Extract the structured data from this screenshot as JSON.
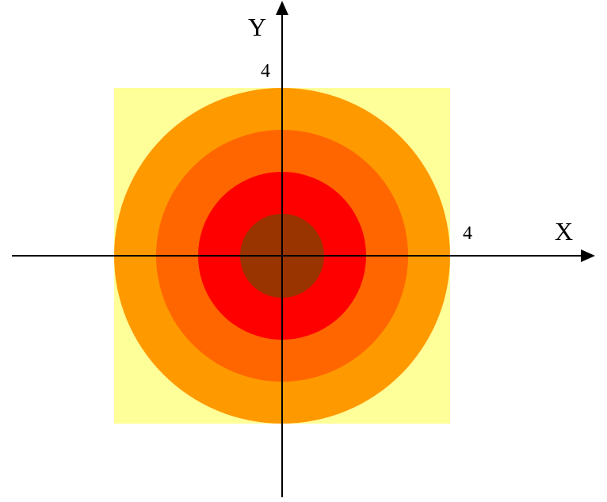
{
  "diagram": {
    "axes": {
      "x_name": "X",
      "y_name": "Y",
      "x_tick": "4",
      "y_tick": "4"
    },
    "region": {
      "x_range": [
        -4,
        4
      ],
      "y_range": [
        -4,
        4
      ],
      "fill_color": "#ffff99"
    },
    "rings": [
      {
        "radius": 4,
        "color": "#ff9900"
      },
      {
        "radius": 3,
        "color": "#ff6600"
      },
      {
        "radius": 2,
        "color": "#ff0000"
      },
      {
        "radius": 1,
        "color": "#993300"
      }
    ],
    "axis_color": "#000000"
  }
}
